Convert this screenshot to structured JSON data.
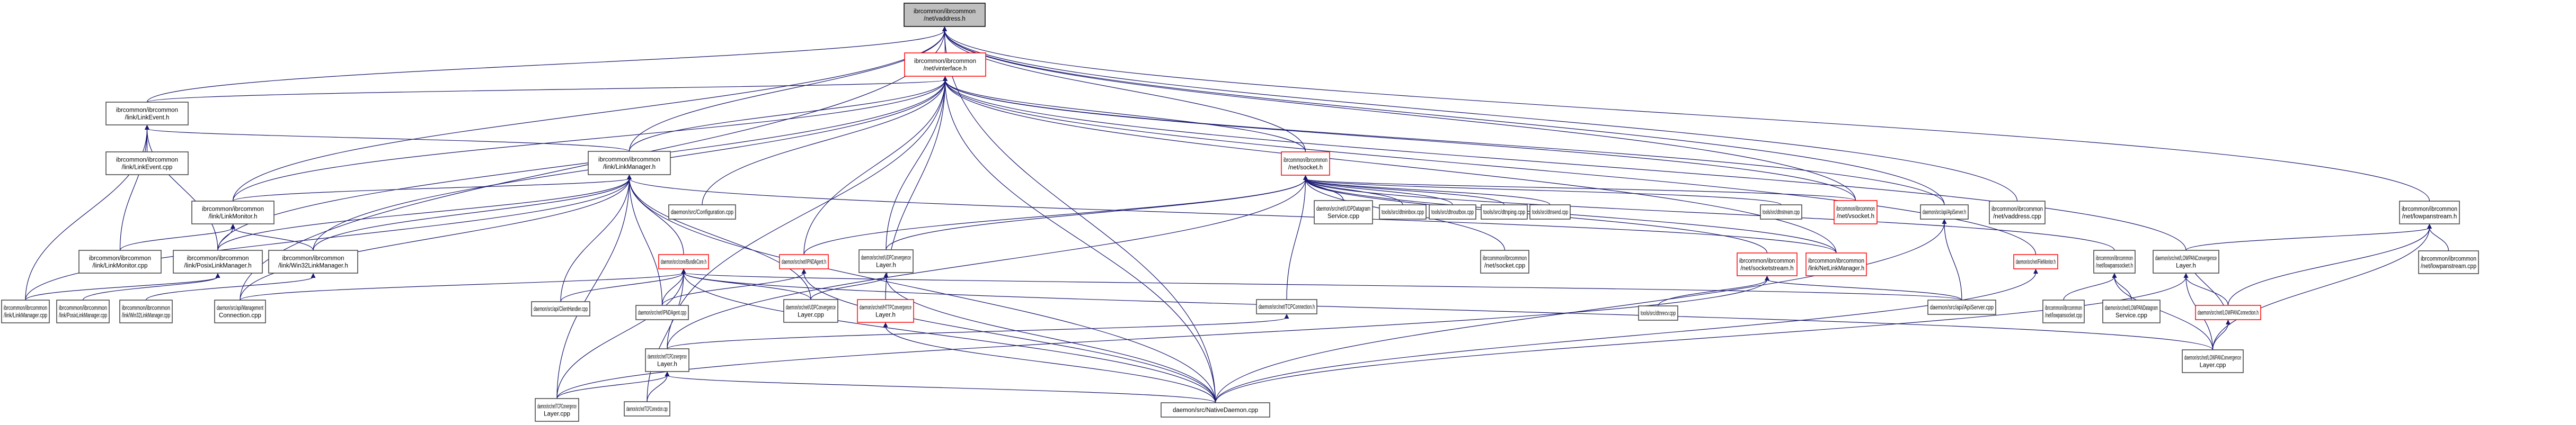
{
  "graph": {
    "title": "Include dependency graph: ibrcommon/ibrcommon/net/vaddress.h",
    "colors": {
      "edge": "#191970",
      "root_fill": "#bfbfbf",
      "truncated_border": "#ff0000",
      "normal_border": "#404040"
    },
    "nodes": [
      {
        "id": "vaddress_h",
        "lines": [
          "ibrcommon/ibrcommon",
          "/net/vaddress.h"
        ],
        "kind": "root"
      },
      {
        "id": "vinterface_h",
        "lines": [
          "ibrcommon/ibrcommon",
          "/net/vinterface.h"
        ],
        "kind": "truncated"
      },
      {
        "id": "LinkEvent_h",
        "lines": [
          "ibrcommon/ibrcommon",
          "/link/LinkEvent.h"
        ],
        "kind": "normal"
      },
      {
        "id": "LinkEvent_cpp",
        "lines": [
          "ibrcommon/ibrcommon",
          "/link/LinkEvent.cpp"
        ],
        "kind": "normal"
      },
      {
        "id": "LinkManager_h",
        "lines": [
          "ibrcommon/ibrcommon",
          "/link/LinkManager.h"
        ],
        "kind": "normal"
      },
      {
        "id": "LinkMonitor_h",
        "lines": [
          "ibrcommon/ibrcommon",
          "/link/LinkMonitor.h"
        ],
        "kind": "normal"
      },
      {
        "id": "LinkMonitor_cpp",
        "lines": [
          "ibrcommon/ibrcommon",
          "/link/LinkMonitor.cpp"
        ],
        "kind": "normal"
      },
      {
        "id": "PosixLinkManager_h",
        "lines": [
          "ibrcommon/ibrcommon",
          "/link/PosixLinkManager.h"
        ],
        "kind": "normal"
      },
      {
        "id": "Win32LinkManager_h",
        "lines": [
          "ibrcommon/ibrcommon",
          "/link/Win32LinkManager.h"
        ],
        "kind": "normal"
      },
      {
        "id": "LinkManager_cpp",
        "lines": [
          "ibrcommon/ibrcommon",
          "/link/LinkManager.cpp"
        ],
        "kind": "normal"
      },
      {
        "id": "PosixLinkManager_cpp",
        "lines": [
          "ibrcommon/ibrcommon",
          "/link/PosixLinkManager.cpp"
        ],
        "kind": "normal"
      },
      {
        "id": "Win32LinkManager_cpp",
        "lines": [
          "ibrcommon/ibrcommon",
          "/link/Win32LinkManager.cpp"
        ],
        "kind": "normal"
      },
      {
        "id": "ManagementConnection_cpp",
        "lines": [
          "daemon/src/api/Management",
          "Connection.cpp"
        ],
        "kind": "normal"
      },
      {
        "id": "Configuration_cpp",
        "lines": [
          "daemon/src/Configuration.cpp"
        ],
        "kind": "normal"
      },
      {
        "id": "socket_h",
        "lines": [
          "ibrcommon/ibrcommon",
          "/net/socket.h"
        ],
        "kind": "truncated"
      },
      {
        "id": "BundleCore_h",
        "lines": [
          "daemon/src/core/BundleCore.h"
        ],
        "kind": "truncated"
      },
      {
        "id": "ClientHandler_cpp",
        "lines": [
          "daemon/src/api/ClientHandler.cpp"
        ],
        "kind": "normal"
      },
      {
        "id": "IPNDAgent_h",
        "lines": [
          "daemon/src/net/IPNDAgent.h"
        ],
        "kind": "truncated"
      },
      {
        "id": "IPNDAgent_cpp",
        "lines": [
          "daemon/src/net/IPNDAgent.cpp"
        ],
        "kind": "normal"
      },
      {
        "id": "UDPConvergenceLayer_h",
        "lines": [
          "daemon/src/net/UDPConvergence",
          "Layer.h"
        ],
        "kind": "normal"
      },
      {
        "id": "UDPConvergenceLayer_cpp",
        "lines": [
          "daemon/src/net/UDPConvergence",
          "Layer.cpp"
        ],
        "kind": "normal"
      },
      {
        "id": "HTTPConvergenceLayer_h",
        "lines": [
          "daemon/src/net/HTTPConvergence",
          "Layer.h"
        ],
        "kind": "truncated"
      },
      {
        "id": "TCPConvergenceLayer_h",
        "lines": [
          "daemon/src/net/TCPConvergence",
          "Layer.h"
        ],
        "kind": "normal"
      },
      {
        "id": "TCPConvergenceLayer_cpp",
        "lines": [
          "daemon/src/net/TCPConvergence",
          "Layer.cpp"
        ],
        "kind": "normal"
      },
      {
        "id": "TCPConnection_cpp",
        "lines": [
          "daemon/src/net/TCPConnection.cpp"
        ],
        "kind": "normal"
      },
      {
        "id": "TCPConnection_h",
        "lines": [
          "daemon/src/net/TCPConnection.h"
        ],
        "kind": "normal"
      },
      {
        "id": "NativeDaemon_cpp",
        "lines": [
          "daemon/src/NativeDaemon.cpp"
        ],
        "kind": "normal"
      },
      {
        "id": "UDPDatagramService_cpp",
        "lines": [
          "daemon/src/net/UDPDatagram",
          "Service.cpp"
        ],
        "kind": "normal"
      },
      {
        "id": "dtninbox_cpp",
        "lines": [
          "tools/src/dtninbox.cpp"
        ],
        "kind": "normal"
      },
      {
        "id": "dtnoutbox_cpp",
        "lines": [
          "tools/src/dtnoutbox.cpp"
        ],
        "kind": "normal"
      },
      {
        "id": "dtnping_cpp",
        "lines": [
          "tools/src/dtnping.cpp"
        ],
        "kind": "normal"
      },
      {
        "id": "dtnsend_cpp",
        "lines": [
          "tools/src/dtnsend.cpp"
        ],
        "kind": "normal"
      },
      {
        "id": "dtnstream_cpp",
        "lines": [
          "tools/src/dtnstream.cpp"
        ],
        "kind": "normal"
      },
      {
        "id": "vsocket_h",
        "lines": [
          "ibrcommon/ibrcommon",
          "/net/vsocket.h"
        ],
        "kind": "truncated"
      },
      {
        "id": "socket_cpp",
        "lines": [
          "ibrcommon/ibrcommon",
          "/net/socket.cpp"
        ],
        "kind": "normal"
      },
      {
        "id": "socketstream_h",
        "lines": [
          "ibrcommon/ibrcommon",
          "/net/socketstream.h"
        ],
        "kind": "truncated"
      },
      {
        "id": "NetLinkManager_h",
        "lines": [
          "ibrcommon/ibrcommon",
          "/link/NetLinkManager.h"
        ],
        "kind": "truncated"
      },
      {
        "id": "dtnrecv_cpp",
        "lines": [
          "tools/src/dtnrecv.cpp"
        ],
        "kind": "normal"
      },
      {
        "id": "ApiServer_h",
        "lines": [
          "daemon/src/api/ApiServer.h"
        ],
        "kind": "normal"
      },
      {
        "id": "ApiServer_cpp",
        "lines": [
          "daemon/src/api/ApiServer.cpp"
        ],
        "kind": "normal"
      },
      {
        "id": "vaddress_cpp",
        "lines": [
          "ibrcommon/ibrcommon",
          "/net/vaddress.cpp"
        ],
        "kind": "normal"
      },
      {
        "id": "FileMonitor_h",
        "lines": [
          "daemon/src/net/FileMonitor.h"
        ],
        "kind": "truncated"
      },
      {
        "id": "lowpansocket_h",
        "lines": [
          "ibrcommon/ibrcommon",
          "/net/lowpansocket.h"
        ],
        "kind": "normal"
      },
      {
        "id": "lowpansocket_cpp",
        "lines": [
          "ibrcommon/ibrcommon",
          "/net/lowpansocket.cpp"
        ],
        "kind": "normal"
      },
      {
        "id": "LOWPANDatagramService_cpp",
        "lines": [
          "daemon/src/net/LOWPANDatagram",
          "Service.cpp"
        ],
        "kind": "normal"
      },
      {
        "id": "LOWPANConvergenceLayer_h",
        "lines": [
          "daemon/src/net/LOWPANConvergence",
          "Layer.h"
        ],
        "kind": "normal"
      },
      {
        "id": "LOWPANConnection_h",
        "lines": [
          "daemon/src/net/LOWPANConnection.h"
        ],
        "kind": "truncated"
      },
      {
        "id": "LOWPANConvergenceLayer_cpp",
        "lines": [
          "daemon/src/net/LOWPANConvergence",
          "Layer.cpp"
        ],
        "kind": "normal"
      },
      {
        "id": "lowpanstream_h",
        "lines": [
          "ibrcommon/ibrcommon",
          "/net/lowpanstream.h"
        ],
        "kind": "normal"
      },
      {
        "id": "lowpanstream_cpp",
        "lines": [
          "ibrcommon/ibrcommon",
          "/net/lowpanstream.cpp"
        ],
        "kind": "normal"
      }
    ],
    "edges": [
      [
        "vinterface_h",
        "vaddress_h"
      ],
      [
        "LinkEvent_h",
        "vaddress_h"
      ],
      [
        "socket_h",
        "vaddress_h"
      ],
      [
        "vsocket_h",
        "vaddress_h"
      ],
      [
        "vaddress_cpp",
        "vaddress_h"
      ],
      [
        "lowpanstream_h",
        "vaddress_h"
      ],
      [
        "LinkManager_h",
        "vaddress_h"
      ],
      [
        "LinkMonitor_h",
        "vaddress_h"
      ],
      [
        "ApiServer_h",
        "vaddress_h"
      ],
      [
        "NativeDaemon_cpp",
        "vaddress_h"
      ],
      [
        "ManagementConnection_cpp",
        "vaddress_h"
      ],
      [
        "LinkEvent_h",
        "vinterface_h"
      ],
      [
        "LinkManager_h",
        "vinterface_h"
      ],
      [
        "socket_h",
        "vinterface_h"
      ],
      [
        "Configuration_cpp",
        "vinterface_h"
      ],
      [
        "IPNDAgent_h",
        "vinterface_h"
      ],
      [
        "UDPConvergenceLayer_h",
        "vinterface_h"
      ],
      [
        "HTTPConvergenceLayer_h",
        "vinterface_h"
      ],
      [
        "TCPConvergenceLayer_h",
        "vinterface_h"
      ],
      [
        "vsocket_h",
        "vinterface_h"
      ],
      [
        "ApiServer_h",
        "vinterface_h"
      ],
      [
        "LOWPANConvergenceLayer_h",
        "vinterface_h"
      ],
      [
        "NativeDaemon_cpp",
        "vinterface_h"
      ],
      [
        "LinkMonitor_h",
        "vinterface_h"
      ],
      [
        "PosixLinkManager_h",
        "vinterface_h"
      ],
      [
        "Win32LinkManager_h",
        "vinterface_h"
      ],
      [
        "NetLinkManager_h",
        "vinterface_h"
      ],
      [
        "FileMonitor_h",
        "vinterface_h"
      ],
      [
        "LinkEvent_cpp",
        "LinkEvent_h"
      ],
      [
        "LinkManager_h",
        "LinkEvent_h"
      ],
      [
        "LinkMonitor_cpp",
        "LinkEvent_h"
      ],
      [
        "LinkManager_cpp",
        "LinkEvent_h"
      ],
      [
        "PosixLinkManager_h",
        "LinkEvent_h"
      ],
      [
        "LinkMonitor_h",
        "LinkManager_h"
      ],
      [
        "PosixLinkManager_h",
        "LinkManager_h"
      ],
      [
        "Win32LinkManager_h",
        "LinkManager_h"
      ],
      [
        "LinkManager_cpp",
        "LinkManager_h"
      ],
      [
        "BundleCore_h",
        "LinkManager_h"
      ],
      [
        "ClientHandler_cpp",
        "LinkManager_h"
      ],
      [
        "IPNDAgent_cpp",
        "LinkManager_h"
      ],
      [
        "UDPConvergenceLayer_cpp",
        "LinkManager_h"
      ],
      [
        "TCPConvergenceLayer_cpp",
        "LinkManager_h"
      ],
      [
        "NativeDaemon_cpp",
        "LinkManager_h"
      ],
      [
        "ManagementConnection_cpp",
        "LinkManager_h"
      ],
      [
        "NetLinkManager_h",
        "LinkManager_h"
      ],
      [
        "LinkMonitor_cpp",
        "LinkMonitor_h"
      ],
      [
        "PosixLinkManager_h",
        "LinkMonitor_h"
      ],
      [
        "Win32LinkManager_h",
        "LinkMonitor_h"
      ],
      [
        "PosixLinkManager_cpp",
        "PosixLinkManager_h"
      ],
      [
        "LinkManager_cpp",
        "PosixLinkManager_h"
      ],
      [
        "Win32LinkManager_cpp",
        "Win32LinkManager_h"
      ],
      [
        "UDPDatagramService_cpp",
        "socket_h"
      ],
      [
        "dtninbox_cpp",
        "socket_h"
      ],
      [
        "dtnoutbox_cpp",
        "socket_h"
      ],
      [
        "dtnping_cpp",
        "socket_h"
      ],
      [
        "dtnsend_cpp",
        "socket_h"
      ],
      [
        "dtnstream_cpp",
        "socket_h"
      ],
      [
        "vsocket_h",
        "socket_h"
      ],
      [
        "socket_cpp",
        "socket_h"
      ],
      [
        "socketstream_h",
        "socket_h"
      ],
      [
        "NetLinkManager_h",
        "socket_h"
      ],
      [
        "lowpansocket_h",
        "socket_h"
      ],
      [
        "IPNDAgent_h",
        "socket_h"
      ],
      [
        "UDPConvergenceLayer_h",
        "socket_h"
      ],
      [
        "TCPConnection_h",
        "socket_h"
      ],
      [
        "TCPConvergenceLayer_h",
        "socket_h"
      ],
      [
        "IPNDAgent_cpp",
        "BundleCore_h"
      ],
      [
        "ManagementConnection_cpp",
        "BundleCore_h"
      ],
      [
        "ClientHandler_cpp",
        "BundleCore_h"
      ],
      [
        "UDPConvergenceLayer_cpp",
        "BundleCore_h"
      ],
      [
        "TCPConvergenceLayer_cpp",
        "BundleCore_h"
      ],
      [
        "TCPConnection_cpp",
        "BundleCore_h"
      ],
      [
        "NativeDaemon_cpp",
        "BundleCore_h"
      ],
      [
        "ApiServer_cpp",
        "BundleCore_h"
      ],
      [
        "LOWPANConvergenceLayer_cpp",
        "BundleCore_h"
      ],
      [
        "IPNDAgent_cpp",
        "IPNDAgent_h"
      ],
      [
        "NativeDaemon_cpp",
        "IPNDAgent_h"
      ],
      [
        "UDPConvergenceLayer_cpp",
        "UDPConvergenceLayer_h"
      ],
      [
        "NativeDaemon_cpp",
        "UDPConvergenceLayer_h"
      ],
      [
        "NativeDaemon_cpp",
        "HTTPConvergenceLayer_h"
      ],
      [
        "TCPConvergenceLayer_cpp",
        "TCPConvergenceLayer_h"
      ],
      [
        "TCPConnection_cpp",
        "TCPConvergenceLayer_h"
      ],
      [
        "NativeDaemon_cpp",
        "TCPConvergenceLayer_h"
      ],
      [
        "TCPConvergenceLayer_h",
        "TCPConnection_h"
      ],
      [
        "dtnrecv_cpp",
        "socketstream_h"
      ],
      [
        "ApiServer_cpp",
        "socketstream_h"
      ],
      [
        "TCPConvergenceLayer_cpp",
        "socketstream_h"
      ],
      [
        "ApiServer_cpp",
        "ApiServer_h"
      ],
      [
        "NativeDaemon_cpp",
        "ApiServer_h"
      ],
      [
        "NativeDaemon_cpp",
        "FileMonitor_h"
      ],
      [
        "lowpansocket_cpp",
        "lowpansocket_h"
      ],
      [
        "LOWPANDatagramService_cpp",
        "lowpansocket_h"
      ],
      [
        "LOWPANConvergenceLayer_cpp",
        "lowpansocket_h"
      ],
      [
        "LOWPANConnection_h",
        "LOWPANConvergenceLayer_h"
      ],
      [
        "LOWPANConvergenceLayer_cpp",
        "LOWPANConvergenceLayer_h"
      ],
      [
        "NativeDaemon_cpp",
        "LOWPANConvergenceLayer_h"
      ],
      [
        "LOWPANConvergenceLayer_h",
        "LOWPANConnection_h"
      ],
      [
        "LOWPANConvergenceLayer_cpp",
        "LOWPANConnection_h"
      ],
      [
        "lowpanstream_cpp",
        "lowpanstream_h"
      ],
      [
        "LOWPANConvergenceLayer_h",
        "lowpanstream_h"
      ],
      [
        "LOWPANConnection_h",
        "lowpanstream_h"
      ],
      [
        "LOWPANConvergenceLayer_cpp",
        "lowpanstream_h"
      ]
    ]
  }
}
